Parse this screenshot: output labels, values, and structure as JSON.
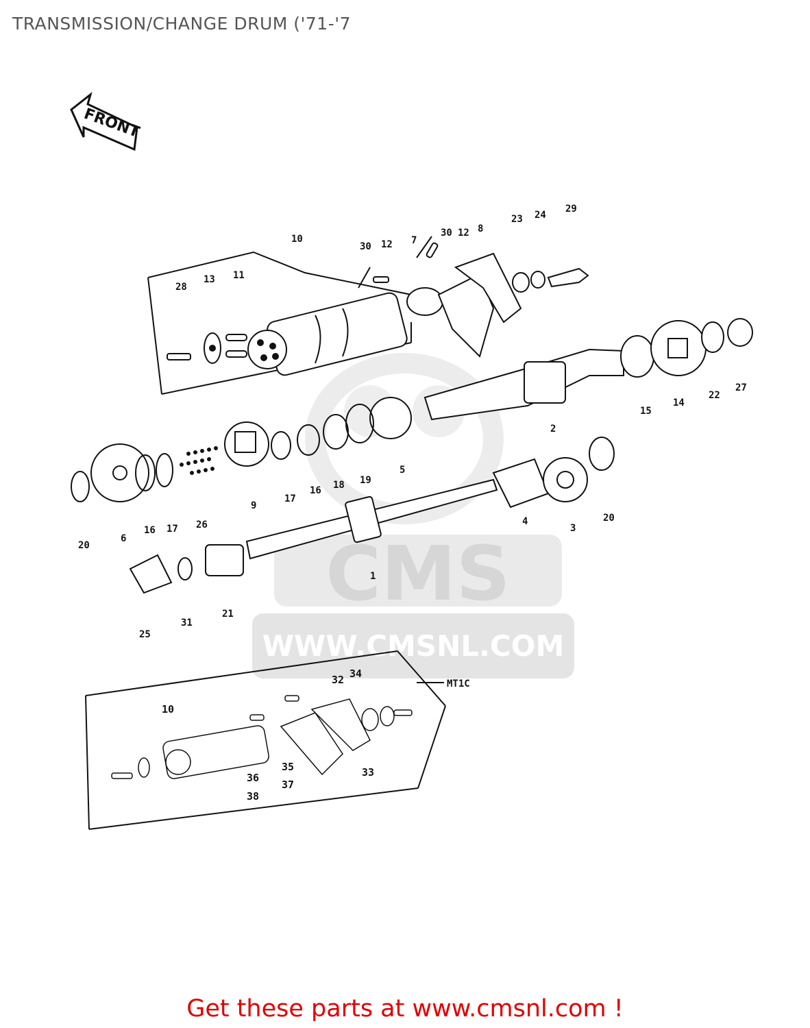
{
  "page": {
    "title": "TRANSMISSION/CHANGE DRUM ('71-'7",
    "cta": "Get these parts at www.cmsnl.com !"
  },
  "diagram": {
    "front_label": "FRONT",
    "inset_label": "MT1C",
    "watermark": {
      "brand": "CMS",
      "url": "WWW.CMSNL.COM"
    },
    "callouts": {
      "c1": "1",
      "c2": "2",
      "c3": "3",
      "c4": "4",
      "c5": "5",
      "c6": "6",
      "c7": "7",
      "c8": "8",
      "c9": "9",
      "c10": "10",
      "c11": "11",
      "c12a": "12",
      "c12b": "12",
      "c13": "13",
      "c14": "14",
      "c15": "15",
      "c16a": "16",
      "c16b": "16",
      "c17a": "17",
      "c17b": "17",
      "c18": "18",
      "c19": "19",
      "c20a": "20",
      "c20b": "20",
      "c21": "21",
      "c22": "22",
      "c23": "23",
      "c24": "24",
      "c25": "25",
      "c26": "26",
      "c27": "27",
      "c28": "28",
      "c29": "29",
      "c30a": "30",
      "c30b": "30",
      "c31": "31",
      "i10": "10",
      "i32": "32",
      "i33": "33",
      "i34": "34",
      "i35": "35",
      "i36": "36",
      "i37": "37",
      "i38": "38"
    }
  },
  "colors": {
    "cta": "#e00000",
    "title": "#555555",
    "watermark": "#e2e2e2",
    "ink": "#111111"
  }
}
